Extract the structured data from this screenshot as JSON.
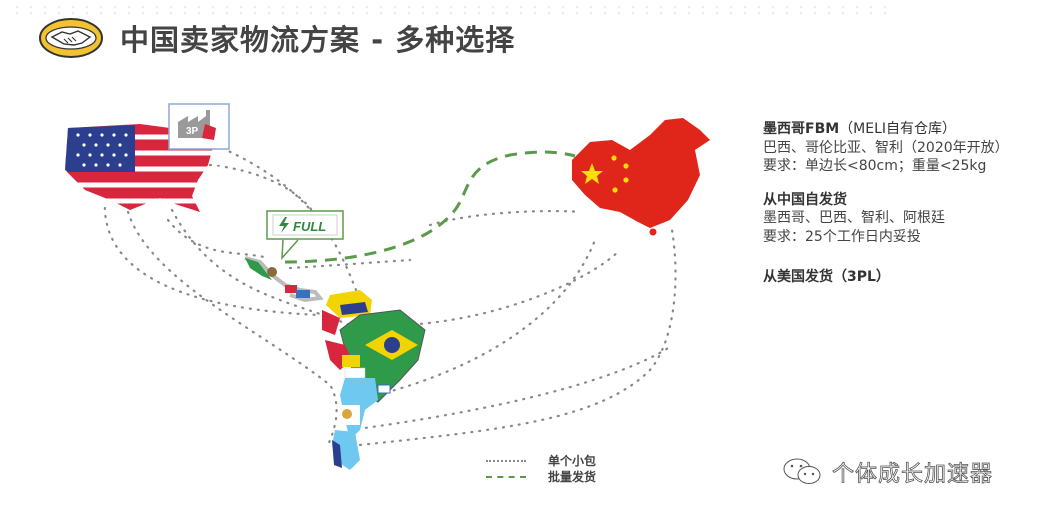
{
  "header": {
    "logo": "mercadolibre-handshake-logo",
    "title": "中国卖家物流方案 - 多种选择"
  },
  "map": {
    "usa": {
      "name": "United States",
      "icon": "usa-flag-map",
      "badge": "3PL warehouse",
      "badge_label": "3P"
    },
    "china": {
      "name": "China",
      "icon": "china-flag-map"
    },
    "latin_america": {
      "name": "Latin America",
      "icon": "latam-flags-map"
    },
    "full_badge": {
      "label": "FULL",
      "icon": "lightning-icon",
      "color": "#2e8b3e"
    }
  },
  "info": {
    "blocks": [
      {
        "heading": "墨西哥FBM",
        "heading_sub": "（MELI自有仓库）",
        "lines": [
          "巴西、哥伦比亚、智利（2020年开放）",
          "要求：单边长<80cm；重量<25kg"
        ]
      },
      {
        "heading": "从中国自发货",
        "heading_sub": "",
        "lines": [
          "墨西哥、巴西、智利、阿根廷",
          "要求：25个工作日内妥投"
        ]
      },
      {
        "heading": "从美国发货（3PL）",
        "heading_sub": "",
        "lines": []
      }
    ]
  },
  "legend": {
    "items": [
      {
        "label": "单个小包",
        "style": "dotted",
        "color": "#888888"
      },
      {
        "label": "批量发货",
        "style": "dashed",
        "color": "#5a9a4a"
      }
    ]
  },
  "watermark": {
    "icon": "wechat-icon",
    "text": "个体成长加速器"
  },
  "colors": {
    "title": "#444444",
    "logo_yellow": "#f2c230",
    "china_red": "#e0251b",
    "china_star": "#ffde00",
    "route_dotted": "#888888",
    "route_dashed": "#5a9a4a"
  }
}
